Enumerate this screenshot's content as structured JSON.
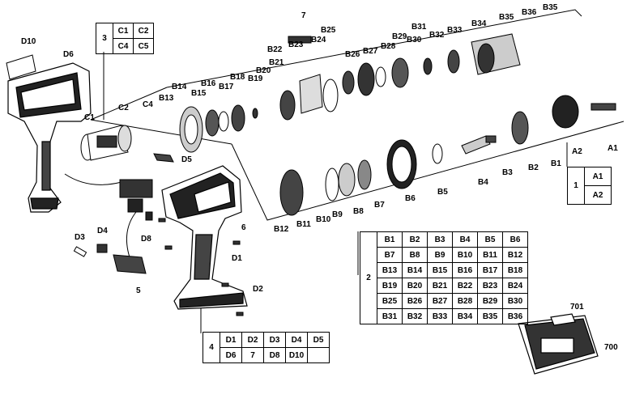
{
  "callouts": {
    "a1": "A1",
    "a2": "A2",
    "b1": "B1",
    "b2": "B2",
    "b3": "B3",
    "b4": "B4",
    "b5": "B5",
    "b6": "B6",
    "b7": "B7",
    "b8": "B8",
    "b9": "B9",
    "b10": "B10",
    "b11": "B11",
    "b12": "B12",
    "b13": "B13",
    "b14": "B14",
    "b15": "B15",
    "b16": "B16",
    "b17": "B17",
    "b18": "B18",
    "b19": "B19",
    "b20": "B20",
    "b21": "B21",
    "b22": "B22",
    "b23": "B23",
    "b24": "B24",
    "b25": "B25",
    "b26": "B26",
    "b27": "B27",
    "b28": "B28",
    "b29": "B29",
    "b30": "B30",
    "b31": "B31",
    "b32": "B32",
    "b33": "B33",
    "b34": "B34",
    "b35a": "B35",
    "b35b": "B35",
    "b36": "B36",
    "c1": "C1",
    "c2": "C2",
    "c4": "C4",
    "d1": "D1",
    "d2": "D2",
    "d3": "D3",
    "d4": "D4",
    "d5": "D5",
    "d6": "D6",
    "d8": "D8",
    "d10": "D10",
    "n5": "5",
    "n6": "6",
    "n7": "7",
    "n700": "700",
    "n701": "701"
  },
  "tables": {
    "group1": {
      "id": "1",
      "rows": [
        [
          "A1"
        ],
        [
          "A2"
        ]
      ]
    },
    "group2": {
      "id": "2",
      "rows": [
        [
          "B1",
          "B2",
          "B3",
          "B4",
          "B5",
          "B6"
        ],
        [
          "B7",
          "B8",
          "B9",
          "B10",
          "B11",
          "B12"
        ],
        [
          "B13",
          "B14",
          "B15",
          "B16",
          "B17",
          "B18"
        ],
        [
          "B19",
          "B20",
          "B21",
          "B22",
          "B23",
          "B24"
        ],
        [
          "B25",
          "B26",
          "B27",
          "B28",
          "B29",
          "B30"
        ],
        [
          "B31",
          "B32",
          "B33",
          "B34",
          "B35",
          "B36"
        ]
      ]
    },
    "group3": {
      "id": "3",
      "rows": [
        [
          "C1",
          "C2"
        ],
        [
          "C4",
          "C5"
        ]
      ]
    },
    "group4": {
      "id": "4",
      "rows": [
        [
          "D1",
          "D2",
          "D3",
          "D4",
          "D5"
        ],
        [
          "D6",
          "7",
          "D8",
          "D10",
          ""
        ]
      ]
    }
  }
}
